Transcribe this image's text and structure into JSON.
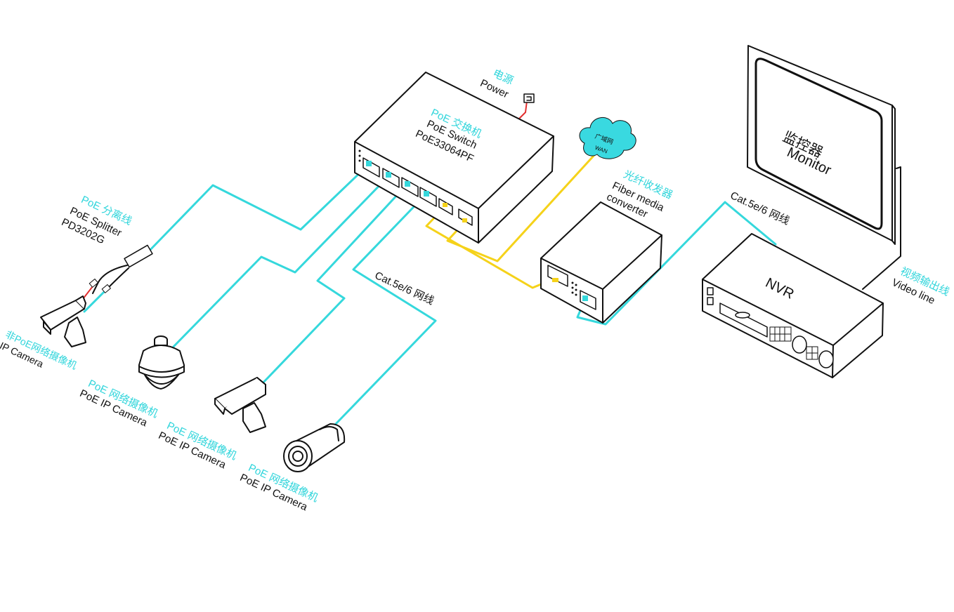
{
  "colors": {
    "ethernet_cable": "#35d8dc",
    "fiber_cable": "#f5d21a",
    "power_cable": "#e23030",
    "label_cn": "#2fd5db",
    "label_en": "#111111",
    "cloud": "#39d9e0"
  },
  "labels": {
    "power_cn": "电源",
    "power_en": "Power",
    "switch_cn": "PoE 交换机",
    "switch_en": "PoE  Switch",
    "switch_model": "PoE33064PF",
    "wan_cn": "广域网",
    "wan_en": "WAN",
    "fiber_cn": "光纤收发器",
    "fiber_en1": "Fiber media",
    "fiber_en2": "converter",
    "cat_top": "Cat.5e/6 网线",
    "cat_mid": "Cat.5e/6 网线",
    "monitor_cn": "监控器",
    "monitor_en": "Monitor",
    "nvr": "NVR",
    "video_cn": "视频输出线",
    "video_en": "Video line",
    "splitter_cn": "PoE 分离线",
    "splitter_en": "PoE Splitter",
    "splitter_model": "PD3202G",
    "cam_nonpoe_cn": "非PoE网络摄像机",
    "cam_nonpoe_en": "IP Camera",
    "cam1_cn": "PoE 网络摄像机",
    "cam1_en": "PoE IP Camera",
    "cam2_cn": "PoE 网络摄像机",
    "cam2_en": "PoE IP Camera",
    "cam3_cn": "PoE 网络摄像机",
    "cam3_en": "PoE IP Camera"
  },
  "icons": [
    "poe-switch-icon",
    "power-adapter-icon",
    "wan-cloud-icon",
    "fiber-converter-icon",
    "monitor-icon",
    "nvr-icon",
    "poe-splitter-icon",
    "bullet-camera-icon",
    "dome-camera-icon",
    "box-camera-icon",
    "cylinder-camera-icon"
  ]
}
